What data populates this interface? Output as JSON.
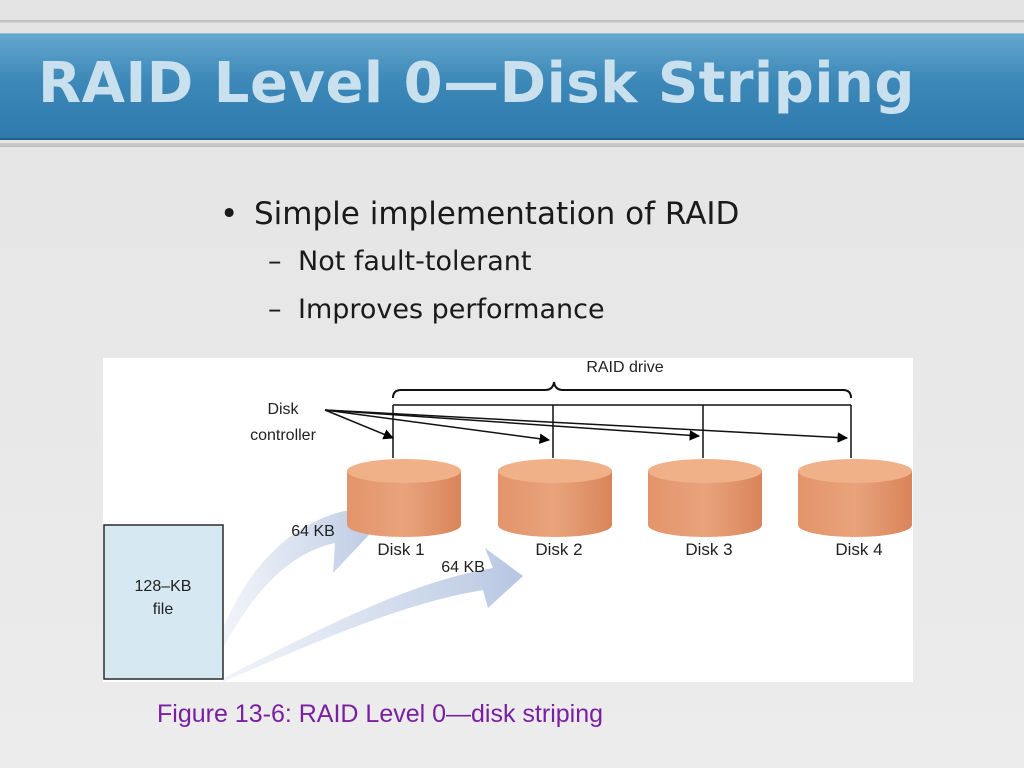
{
  "slide": {
    "title": "RAID Level 0—Disk Striping",
    "bullets": [
      {
        "text": "Simple implementation of RAID",
        "marker": "•"
      },
      {
        "text": "Not fault-tolerant",
        "marker": "–"
      },
      {
        "text": "Improves performance",
        "marker": "–"
      }
    ]
  },
  "figure": {
    "raid_drive_label": "RAID drive",
    "controller_label_line1": "Disk",
    "controller_label_line2": "controller",
    "file_label_line1": "128–KB",
    "file_label_line2": "file",
    "chunk_labels": [
      "64 KB",
      "64 KB"
    ],
    "disks": [
      "Disk 1",
      "Disk 2",
      "Disk 3",
      "Disk 4"
    ],
    "caption": "Figure 13-6: RAID Level 0—disk striping"
  },
  "colors": {
    "title_band": "#3c88b8",
    "title_text": "#c9e0ee",
    "disk_fill": "#e08f62",
    "disk_top": "#f2b68e",
    "file_fill": "#d6e8f2",
    "caption": "#7a1fa0"
  }
}
